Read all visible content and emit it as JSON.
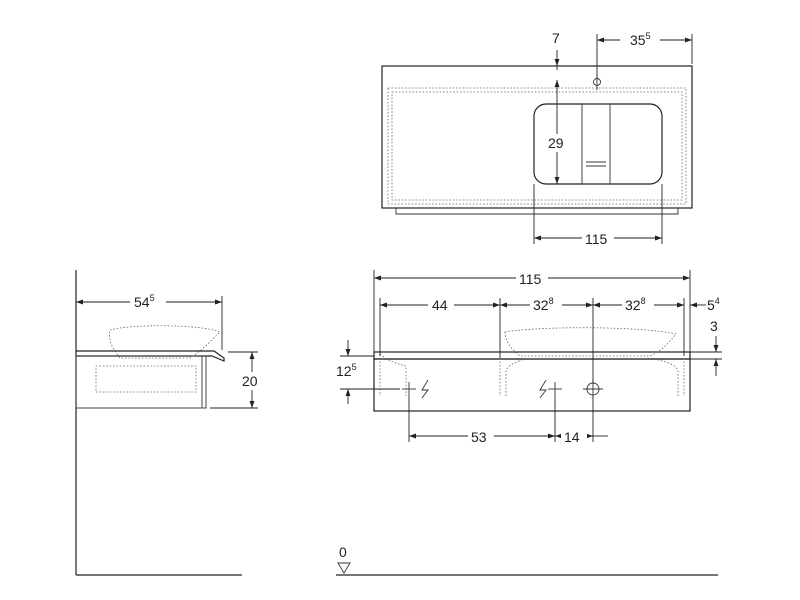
{
  "top_view": {
    "dim_offset": {
      "base": "7",
      "sup": ""
    },
    "dim_right": {
      "base": "35",
      "sup": "5"
    },
    "dim_height": {
      "base": "29",
      "sup": ""
    },
    "dim_width": {
      "base": "115",
      "sup": ""
    }
  },
  "side_view": {
    "dim_depth": {
      "base": "54",
      "sup": "5"
    },
    "dim_height": {
      "base": "20",
      "sup": ""
    }
  },
  "front_view": {
    "dim_total": {
      "base": "115",
      "sup": ""
    },
    "dim_left": {
      "base": "44",
      "sup": ""
    },
    "dim_mid": {
      "base": "32",
      "sup": "8"
    },
    "dim_right": {
      "base": "32",
      "sup": "8"
    },
    "dim_edge": {
      "base": "5",
      "sup": "4"
    },
    "dim_top": {
      "base": "3",
      "sup": ""
    },
    "dim_side": {
      "base": "12",
      "sup": "5"
    },
    "dim_bottom_a": {
      "base": "53",
      "sup": ""
    },
    "dim_bottom_b": {
      "base": "14",
      "sup": ""
    }
  },
  "floor_label": "0"
}
